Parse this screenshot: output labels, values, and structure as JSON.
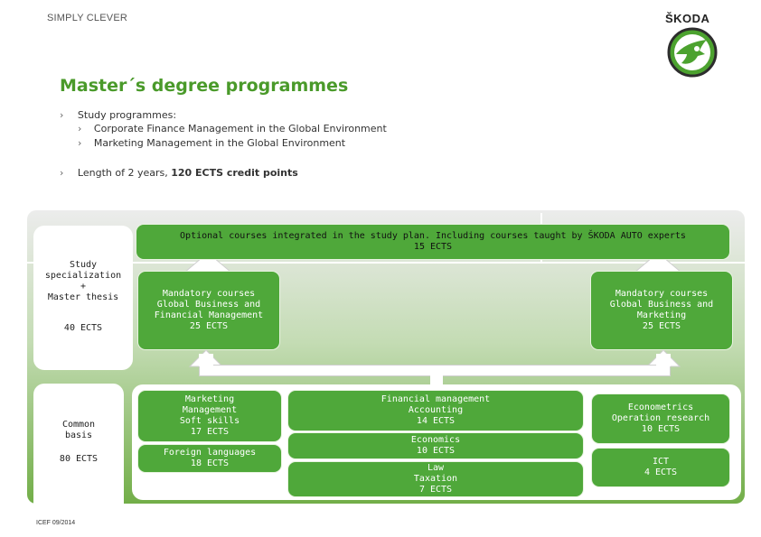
{
  "header": {
    "tagline": "SIMPLY CLEVER",
    "brand": "ŠKODA"
  },
  "title": "Master´s degree programmes",
  "bullets": {
    "b1": "Study programmes:",
    "s1": "Corporate Finance Management in the Global Environment",
    "s2": "Marketing Management in the Global Environment",
    "b2_prefix": "Length of 2 years, ",
    "b2_bold": "120 ECTS credit points",
    "marker": "›"
  },
  "optional": {
    "line1": "Optional courses integrated  in the study plan. Including courses taught by ŠKODA AUTO experts",
    "line2": "15 ECTS"
  },
  "left_top": {
    "l1": "Study",
    "l2": "specialization",
    "l3": "+",
    "l4": "Master thesis",
    "ects": "40 ECTS"
  },
  "left_bottom": {
    "l1": "Common",
    "l2": "basis",
    "ects": "80 ECTS"
  },
  "mandatory_finance": {
    "l1": "Mandatory courses",
    "l2": "Global Business and",
    "l3": "Financial Management",
    "l4": "25 ECTS"
  },
  "mandatory_marketing": {
    "l1": "Mandatory courses",
    "l2": "Global Business and",
    "l3": "Marketing",
    "l4": "25 ECTS"
  },
  "common": {
    "marketing": {
      "l1": "Marketing",
      "l2": "Management",
      "l3": "Soft skills",
      "l4": "17 ECTS"
    },
    "languages": {
      "l1": "Foreign languages",
      "l2": "18 ECTS"
    },
    "finance": {
      "l1": "Financial management",
      "l2": "Accounting",
      "l3": "14 ECTS"
    },
    "economics": {
      "l1": "Economics",
      "l2": "10 ECTS"
    },
    "law": {
      "l1": "Law",
      "l2": "Taxation",
      "l3": "7 ECTS"
    },
    "econometrics": {
      "l1": "Econometrics",
      "l2": "Operation research",
      "l3": "10 ECTS"
    },
    "ict": {
      "l1": "ICT",
      "l2": "4 ECTS"
    }
  },
  "footer": "ICEF 09/2014",
  "colors": {
    "title": "#4a9a2a",
    "box_green": "#4fa83a",
    "logo_green": "#4ca22f"
  }
}
